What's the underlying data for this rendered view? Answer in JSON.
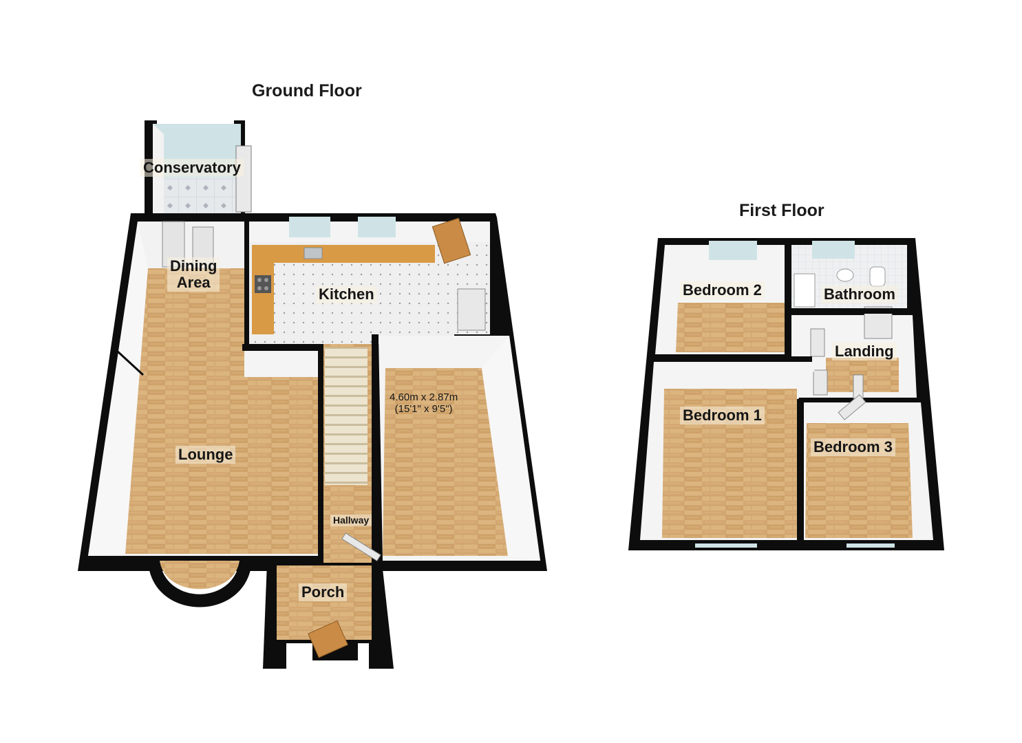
{
  "floors": {
    "ground": {
      "title": "Ground Floor",
      "rooms": {
        "conservatory": "Conservatory",
        "dining_line1": "Dining",
        "dining_line2": "Area",
        "kitchen": "Kitchen",
        "lounge": "Lounge",
        "hallway": "Hallway",
        "porch": "Porch",
        "front_room_dim_metric": "4.60m x 2.87m",
        "front_room_dim_imperial": "(15'1\" x 9'5\")"
      }
    },
    "first": {
      "title": "First Floor",
      "rooms": {
        "bedroom2": "Bedroom 2",
        "bathroom": "Bathroom",
        "landing": "Landing",
        "bedroom1": "Bedroom 1",
        "bedroom3": "Bedroom 3"
      }
    }
  },
  "colors": {
    "wall": "#0d0d0d",
    "wood_floor": "#d9b27c",
    "tile_floor": "#efefef",
    "worktop": "#d99a45",
    "wall_face": "#f4f4f4",
    "window_glass": "#cfe3e6"
  }
}
